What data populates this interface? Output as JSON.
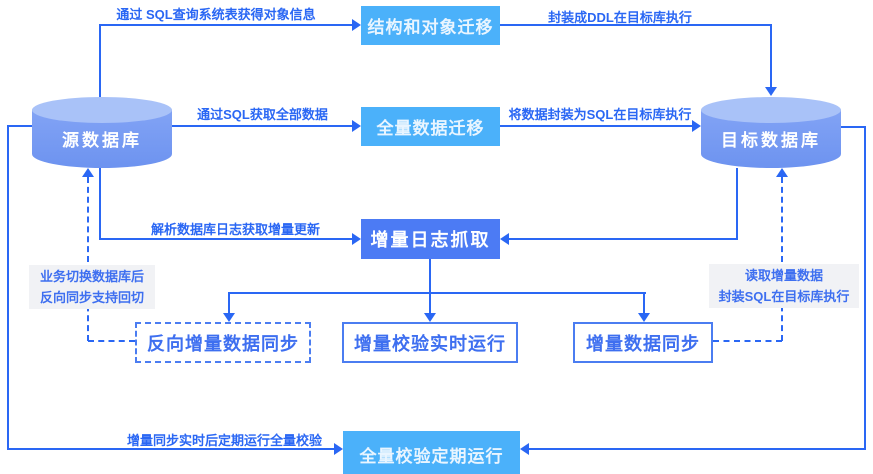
{
  "colors": {
    "connector_blue": "#2a67f4",
    "light_blue_box": "#4bb1fa",
    "primary_blue_box": "#4c7bf4",
    "cylinder_body": "#6d93f0",
    "cylinder_top": "#a9c2f8",
    "outline_box_border": "#4b7df1",
    "blue_text": "#3e6ff0",
    "note_background": "#f1f2f5"
  },
  "nodes": {
    "source_db": "源数据库",
    "target_db": "目标数据库",
    "structure_object_migration": "结构和对象迁移",
    "full_data_migration": "全量数据迁移",
    "incremental_log_capture": "增量日志抓取",
    "reverse_incremental_sync": "反向增量数据同步",
    "incremental_check_realtime": "增量校验实时运行",
    "incremental_data_sync": "增量数据同步",
    "full_check_periodic": "全量校验定期运行"
  },
  "edge_labels": {
    "query_object_info": "通过 SQL查询系统表获得对象信息",
    "package_ddl_execute": "封装成DDL在目标库执行",
    "fetch_all_data": "通过SQL获取全部数据",
    "package_sql_execute": "将数据封装为SQL在目标库执行",
    "parse_log_incremental": "解析数据库日志获取增量更新",
    "business_switch_line1": "业务切换数据库后",
    "business_switch_line2": "反向同步支持回切",
    "read_incremental_line1": "读取增量数据",
    "read_incremental_line2": "封装SQL在目标库执行",
    "periodic_full_check": "增量同步实时后定期运行全量校验"
  }
}
